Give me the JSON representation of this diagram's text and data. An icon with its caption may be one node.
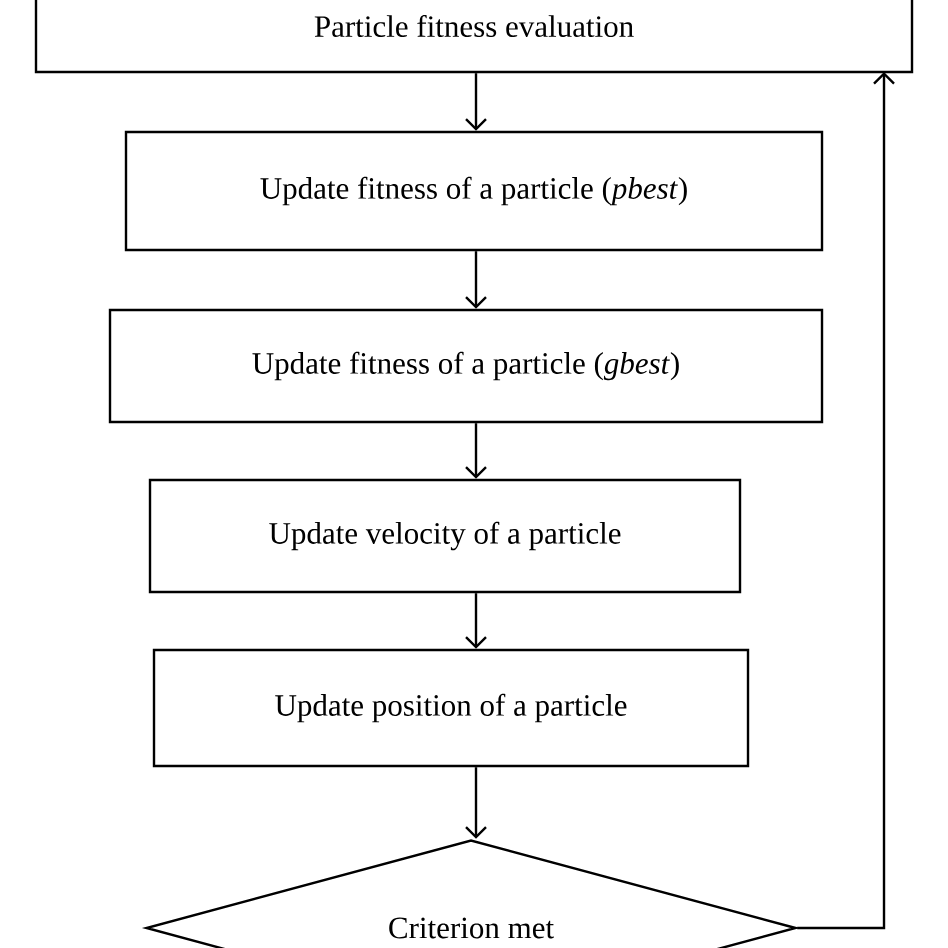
{
  "diagram": {
    "nodes": [
      {
        "text": [
          "Particle fitness evaluation"
        ]
      },
      {
        "text": [
          "Update fitness of a particle (*pbest*)"
        ]
      },
      {
        "text": [
          "Update fitness of a particle (*gbest*)"
        ]
      },
      {
        "text": [
          "Update velocity of a particle"
        ]
      },
      {
        "text": [
          "Update position of a particle"
        ]
      },
      {
        "text": [
          "Criterion met"
        ]
      }
    ],
    "edges": [
      {
        "from": 0,
        "to": 1,
        "arrow": "to"
      },
      {
        "from": 1,
        "to": 2,
        "arrow": "to"
      },
      {
        "from": 2,
        "to": 3,
        "arrow": "to"
      },
      {
        "from": 3,
        "to": 4,
        "arrow": "to"
      },
      {
        "from": 4,
        "to": 5,
        "arrow": "to"
      },
      {
        "from": 5,
        "to": 0,
        "arrow": "to"
      }
    ]
  }
}
